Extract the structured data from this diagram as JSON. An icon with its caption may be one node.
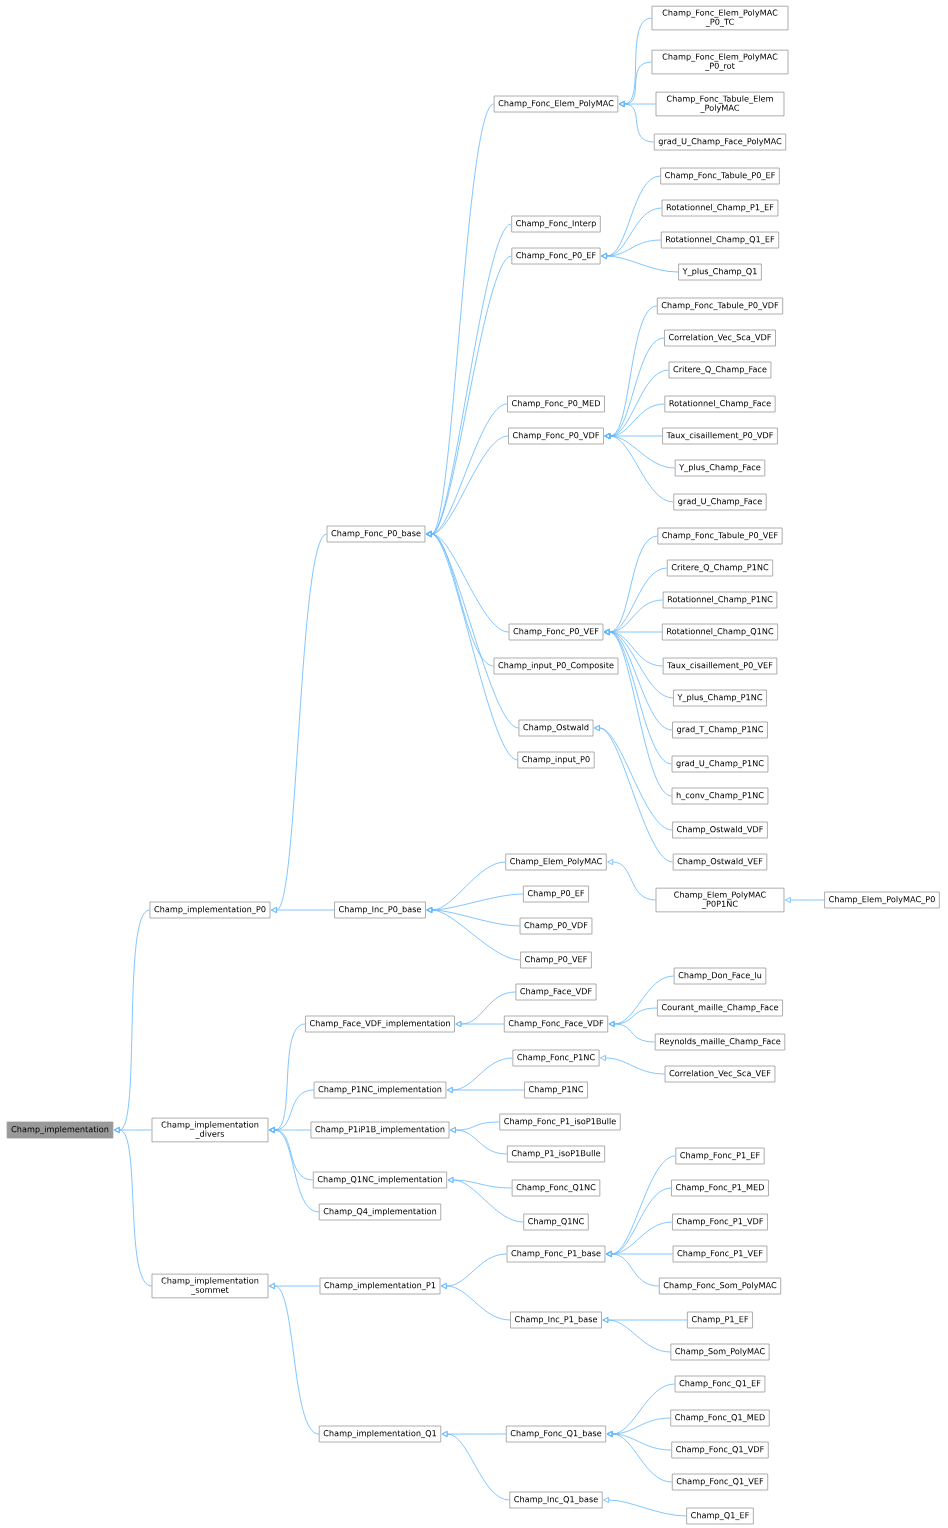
{
  "diagram": {
    "nodes": [
      {
        "text": [
          "Champ_Fonc_Elem_PolyMAC _P0_TC"
        ]
      },
      {
        "text": [
          "Champ_Fonc_Elem_PolyMAC _P0_rot"
        ]
      },
      {
        "text": [
          "Champ_Fonc_Elem_PolyMAC"
        ]
      },
      {
        "text": [
          "Champ_Fonc_Tabule_Elem _PolyMAC"
        ]
      },
      {
        "text": [
          "grad_U_Champ_Face_PolyMAC"
        ]
      },
      {
        "text": [
          "Champ_Fonc_Tabule_P0_EF"
        ]
      },
      {
        "text": [
          "Rotationnel_Champ_P1_EF"
        ]
      },
      {
        "text": [
          "Champ_Fonc_Interp"
        ]
      },
      {
        "text": [
          "Rotationnel_Champ_Q1_EF"
        ]
      },
      {
        "text": [
          "Champ_Fonc_P0_EF"
        ]
      },
      {
        "text": [
          "Y_plus_Champ_Q1"
        ]
      },
      {
        "text": [
          "Champ_Fonc_Tabule_P0_VDF"
        ]
      },
      {
        "text": [
          "Correlation_Vec_Sca_VDF"
        ]
      },
      {
        "text": [
          "Critere_Q_Champ_Face"
        ]
      },
      {
        "text": [
          "Champ_Fonc_P0_MED"
        ]
      },
      {
        "text": [
          "Rotationnel_Champ_Face"
        ]
      },
      {
        "text": [
          "Champ_Fonc_P0_VDF"
        ]
      },
      {
        "text": [
          "Taux_cisaillement_P0_VDF"
        ]
      },
      {
        "text": [
          "Y_plus_Champ_Face"
        ]
      },
      {
        "text": [
          "grad_U_Champ_Face"
        ]
      },
      {
        "text": [
          "Champ_Fonc_P0_base"
        ]
      },
      {
        "text": [
          "Champ_Fonc_Tabule_P0_VEF"
        ]
      },
      {
        "text": [
          "Critere_Q_Champ_P1NC"
        ]
      },
      {
        "text": [
          "Rotationnel_Champ_P1NC"
        ]
      },
      {
        "text": [
          "Champ_Fonc_P0_VEF"
        ]
      },
      {
        "text": [
          "Rotationnel_Champ_Q1NC"
        ]
      },
      {
        "text": [
          "Champ_input_P0_Composite"
        ]
      },
      {
        "text": [
          "Taux_cisaillement_P0_VEF"
        ]
      },
      {
        "text": [
          "Y_plus_Champ_P1NC"
        ]
      },
      {
        "text": [
          "Champ_Ostwald"
        ]
      },
      {
        "text": [
          "grad_T_Champ_P1NC"
        ]
      },
      {
        "text": [
          "Champ_input_P0"
        ]
      },
      {
        "text": [
          "grad_U_Champ_P1NC"
        ]
      },
      {
        "text": [
          "h_conv_Champ_P1NC"
        ]
      },
      {
        "text": [
          "Champ_Ostwald_VDF"
        ]
      },
      {
        "text": [
          "Champ_Elem_PolyMAC"
        ]
      },
      {
        "text": [
          "Champ_Ostwald_VEF"
        ]
      },
      {
        "text": [
          "Champ_P0_EF"
        ]
      },
      {
        "text": [
          "Champ_Elem_PolyMAC _P0P1NC"
        ]
      },
      {
        "text": [
          "Champ_Elem_PolyMAC_P0"
        ]
      },
      {
        "text": [
          "Champ_implementation_P0"
        ]
      },
      {
        "text": [
          "Champ_Inc_P0_base"
        ]
      },
      {
        "text": [
          "Champ_P0_VDF"
        ]
      },
      {
        "text": [
          "Champ_P0_VEF"
        ]
      },
      {
        "text": [
          "Champ_Don_Face_lu"
        ]
      },
      {
        "text": [
          "Champ_Face_VDF"
        ]
      },
      {
        "text": [
          "Courant_maille_Champ_Face"
        ]
      },
      {
        "text": [
          "Champ_Face_VDF_implementation"
        ]
      },
      {
        "text": [
          "Champ_Fonc_Face_VDF"
        ]
      },
      {
        "text": [
          "Reynolds_maille_Champ_Face"
        ]
      },
      {
        "text": [
          "Champ_Fonc_P1NC"
        ]
      },
      {
        "text": [
          "Correlation_Vec_Sca_VEF"
        ]
      },
      {
        "text": [
          "Champ_P1NC_implementation"
        ]
      },
      {
        "text": [
          "Champ_P1NC"
        ]
      },
      {
        "text": [
          "Champ_Fonc_P1_isoP1Bulle"
        ]
      },
      {
        "text": [
          "Champ_implementation"
        ]
      },
      {
        "text": [
          "Champ_implementation _divers"
        ]
      },
      {
        "text": [
          "Champ_P1iP1B_implementation"
        ]
      },
      {
        "text": [
          "Champ_P1_isoP1Bulle"
        ]
      },
      {
        "text": [
          "Champ_Fonc_P1_EF"
        ]
      },
      {
        "text": [
          "Champ_Q1NC_implementation"
        ]
      },
      {
        "text": [
          "Champ_Fonc_Q1NC"
        ]
      },
      {
        "text": [
          "Champ_Fonc_P1_MED"
        ]
      },
      {
        "text": [
          "Champ_Q4_implementation"
        ]
      },
      {
        "text": [
          "Champ_Q1NC"
        ]
      },
      {
        "text": [
          "Champ_Fonc_P1_VDF"
        ]
      },
      {
        "text": [
          "Champ_Fonc_P1_base"
        ]
      },
      {
        "text": [
          "Champ_Fonc_P1_VEF"
        ]
      },
      {
        "text": [
          "Champ_implementation _sommet"
        ]
      },
      {
        "text": [
          "Champ_implementation_P1"
        ]
      },
      {
        "text": [
          "Champ_Fonc_Som_PolyMAC"
        ]
      },
      {
        "text": [
          "Champ_Inc_P1_base"
        ]
      },
      {
        "text": [
          "Champ_P1_EF"
        ]
      },
      {
        "text": [
          "Champ_Som_PolyMAC"
        ]
      },
      {
        "text": [
          "Champ_Fonc_Q1_EF"
        ]
      },
      {
        "text": [
          "Champ_Fonc_Q1_MED"
        ]
      },
      {
        "text": [
          "Champ_implementation_Q1"
        ]
      },
      {
        "text": [
          "Champ_Fonc_Q1_base"
        ]
      },
      {
        "text": [
          "Champ_Fonc_Q1_VDF"
        ]
      },
      {
        "text": [
          "Champ_Fonc_Q1_VEF"
        ]
      },
      {
        "text": [
          "Champ_Inc_Q1_base"
        ]
      },
      {
        "text": [
          "Champ_Q1_EF"
        ]
      }
    ],
    "edges": [
      {
        "from": 0,
        "to": 2,
        "arrow": "to"
      },
      {
        "from": 1,
        "to": 2,
        "arrow": "to"
      },
      {
        "from": 3,
        "to": 2,
        "arrow": "to"
      },
      {
        "from": 4,
        "to": 2,
        "arrow": "to"
      },
      {
        "from": 5,
        "to": 9,
        "arrow": "to"
      },
      {
        "from": 6,
        "to": 9,
        "arrow": "to"
      },
      {
        "from": 8,
        "to": 9,
        "arrow": "to"
      },
      {
        "from": 10,
        "to": 9,
        "arrow": "to"
      },
      {
        "from": 11,
        "to": 16,
        "arrow": "to"
      },
      {
        "from": 12,
        "to": 16,
        "arrow": "to"
      },
      {
        "from": 13,
        "to": 16,
        "arrow": "to"
      },
      {
        "from": 15,
        "to": 16,
        "arrow": "to"
      },
      {
        "from": 17,
        "to": 16,
        "arrow": "to"
      },
      {
        "from": 18,
        "to": 16,
        "arrow": "to"
      },
      {
        "from": 19,
        "to": 16,
        "arrow": "to"
      },
      {
        "from": 21,
        "to": 24,
        "arrow": "to"
      },
      {
        "from": 22,
        "to": 24,
        "arrow": "to"
      },
      {
        "from": 23,
        "to": 24,
        "arrow": "to"
      },
      {
        "from": 25,
        "to": 24,
        "arrow": "to"
      },
      {
        "from": 27,
        "to": 24,
        "arrow": "to"
      },
      {
        "from": 28,
        "to": 24,
        "arrow": "to"
      },
      {
        "from": 30,
        "to": 24,
        "arrow": "to"
      },
      {
        "from": 32,
        "to": 24,
        "arrow": "to"
      },
      {
        "from": 33,
        "to": 24,
        "arrow": "to"
      },
      {
        "from": 34,
        "to": 29,
        "arrow": "to"
      },
      {
        "from": 36,
        "to": 29,
        "arrow": "to"
      },
      {
        "from": 2,
        "to": 20,
        "arrow": "to"
      },
      {
        "from": 7,
        "to": 20,
        "arrow": "to"
      },
      {
        "from": 9,
        "to": 20,
        "arrow": "to"
      },
      {
        "from": 14,
        "to": 20,
        "arrow": "to"
      },
      {
        "from": 16,
        "to": 20,
        "arrow": "to"
      },
      {
        "from": 24,
        "to": 20,
        "arrow": "to"
      },
      {
        "from": 26,
        "to": 20,
        "arrow": "to"
      },
      {
        "from": 29,
        "to": 20,
        "arrow": "to"
      },
      {
        "from": 31,
        "to": 20,
        "arrow": "to"
      },
      {
        "from": 20,
        "to": 40,
        "arrow": "to"
      },
      {
        "from": 41,
        "to": 40,
        "arrow": "to"
      },
      {
        "from": 35,
        "to": 41,
        "arrow": "to"
      },
      {
        "from": 37,
        "to": 41,
        "arrow": "to"
      },
      {
        "from": 42,
        "to": 41,
        "arrow": "to"
      },
      {
        "from": 43,
        "to": 41,
        "arrow": "to"
      },
      {
        "from": 38,
        "to": 35,
        "arrow": "to"
      },
      {
        "from": 39,
        "to": 38,
        "arrow": "to"
      },
      {
        "from": 44,
        "to": 48,
        "arrow": "to"
      },
      {
        "from": 46,
        "to": 48,
        "arrow": "to"
      },
      {
        "from": 49,
        "to": 48,
        "arrow": "to"
      },
      {
        "from": 45,
        "to": 47,
        "arrow": "to"
      },
      {
        "from": 48,
        "to": 47,
        "arrow": "to"
      },
      {
        "from": 51,
        "to": 50,
        "arrow": "to"
      },
      {
        "from": 50,
        "to": 52,
        "arrow": "to"
      },
      {
        "from": 53,
        "to": 52,
        "arrow": "to"
      },
      {
        "from": 54,
        "to": 57,
        "arrow": "to"
      },
      {
        "from": 58,
        "to": 57,
        "arrow": "to"
      },
      {
        "from": 61,
        "to": 60,
        "arrow": "to"
      },
      {
        "from": 64,
        "to": 60,
        "arrow": "to"
      },
      {
        "from": 47,
        "to": 56,
        "arrow": "to"
      },
      {
        "from": 52,
        "to": 56,
        "arrow": "to"
      },
      {
        "from": 57,
        "to": 56,
        "arrow": "to"
      },
      {
        "from": 60,
        "to": 56,
        "arrow": "to"
      },
      {
        "from": 63,
        "to": 56,
        "arrow": "to"
      },
      {
        "from": 40,
        "to": 55,
        "arrow": "to"
      },
      {
        "from": 56,
        "to": 55,
        "arrow": "to"
      },
      {
        "from": 68,
        "to": 55,
        "arrow": "to"
      },
      {
        "from": 69,
        "to": 68,
        "arrow": "to"
      },
      {
        "from": 76,
        "to": 68,
        "arrow": "to"
      },
      {
        "from": 66,
        "to": 69,
        "arrow": "to"
      },
      {
        "from": 71,
        "to": 69,
        "arrow": "to"
      },
      {
        "from": 59,
        "to": 66,
        "arrow": "to"
      },
      {
        "from": 62,
        "to": 66,
        "arrow": "to"
      },
      {
        "from": 65,
        "to": 66,
        "arrow": "to"
      },
      {
        "from": 67,
        "to": 66,
        "arrow": "to"
      },
      {
        "from": 70,
        "to": 66,
        "arrow": "to"
      },
      {
        "from": 72,
        "to": 71,
        "arrow": "to"
      },
      {
        "from": 73,
        "to": 71,
        "arrow": "to"
      },
      {
        "from": 74,
        "to": 77,
        "arrow": "to"
      },
      {
        "from": 75,
        "to": 77,
        "arrow": "to"
      },
      {
        "from": 78,
        "to": 77,
        "arrow": "to"
      },
      {
        "from": 79,
        "to": 77,
        "arrow": "to"
      },
      {
        "from": 77,
        "to": 76,
        "arrow": "to"
      },
      {
        "from": 80,
        "to": 76,
        "arrow": "to"
      },
      {
        "from": 81,
        "to": 80,
        "arrow": "to"
      }
    ]
  }
}
